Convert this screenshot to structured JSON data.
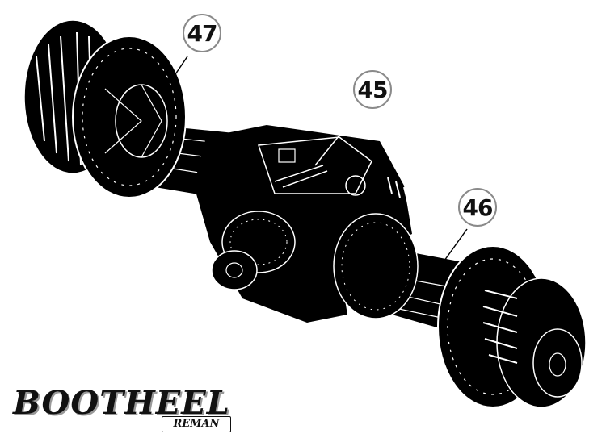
{
  "callouts": [
    {
      "label": "47",
      "part": "left"
    },
    {
      "label": "45",
      "part": "center"
    },
    {
      "label": "46",
      "part": "right"
    }
  ],
  "logo": {
    "wordmark": "BOOTHEEL",
    "subtitle": "REMAN"
  },
  "colors": {
    "ink": "#000000",
    "line": "#ffffff",
    "callout_border": "#8a8a8a",
    "background": "#ffffff"
  }
}
